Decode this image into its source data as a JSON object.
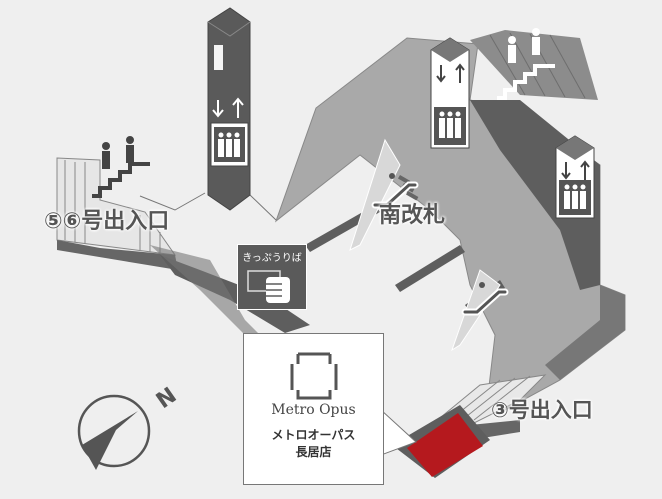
{
  "labels": {
    "exit_56": "⑤⑥号出入口",
    "south_gate": "南改札",
    "exit_3": "③号出入口",
    "ticket_office": "きっぷうりば"
  },
  "shop": {
    "brand": "Metro Opus",
    "name_line1": "メトロオーパス",
    "name_line2": "長居店",
    "highlight_color": "#b5191e"
  },
  "compass": {
    "north_label": "N"
  },
  "icons": [
    "elevator-icon",
    "stairs-icon",
    "escalator-icon",
    "ticket-icon",
    "compass-icon"
  ]
}
